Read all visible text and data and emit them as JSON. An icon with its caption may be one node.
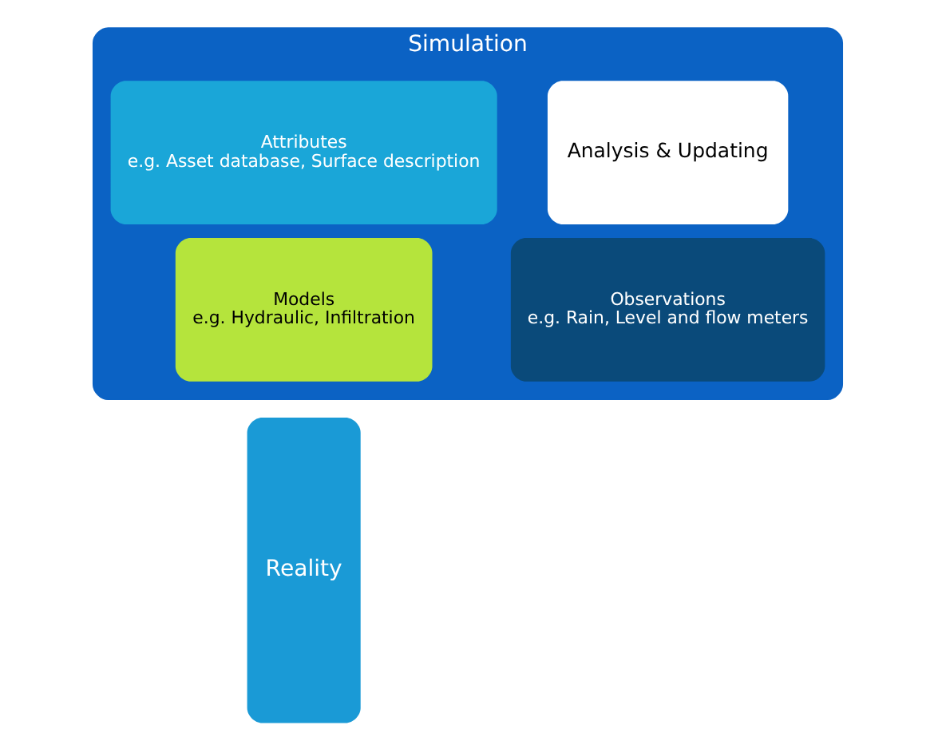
{
  "diagram": {
    "nodes": [
      {
        "text": [
          "Reality"
        ]
      },
      {
        "text": [
          "Simulation"
        ]
      },
      {
        "text": [
          "Attributes",
          "e.g. Asset database, Surface description"
        ],
        "in": 1
      },
      {
        "text": [
          "Models",
          "e.g. Hydraulic, Infiltration"
        ],
        "in": 1
      },
      {
        "text": [
          "Analysis & Updating"
        ],
        "in": 1
      },
      {
        "text": [
          "Observations",
          "e.g. Rain, Level and flow meters"
        ],
        "in": 1
      }
    ]
  }
}
